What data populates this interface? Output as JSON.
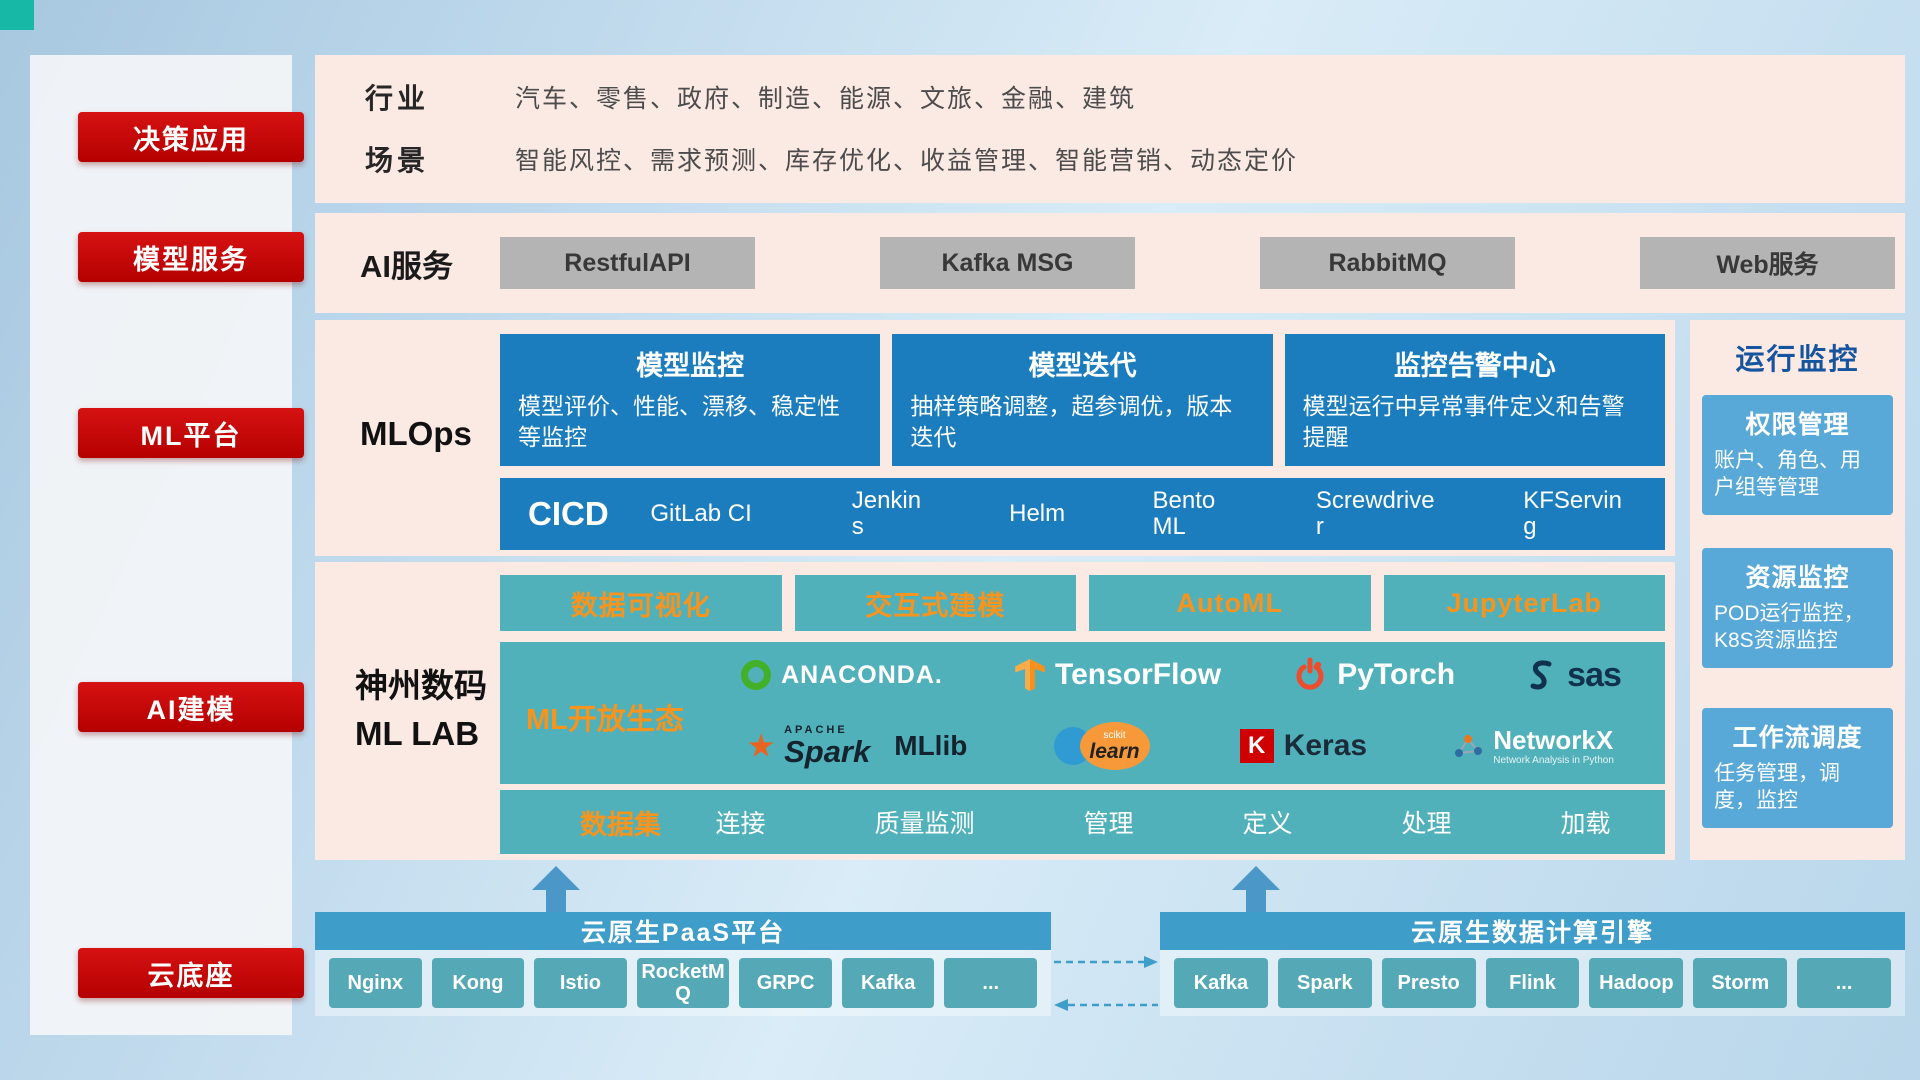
{
  "colors": {
    "accent_red": "#c00000",
    "card_blue": "#1b7dbd",
    "teal": "#51b1ba",
    "orange": "#f7941d",
    "panel_pink": "#fbe9e3",
    "bar_blue": "#3f9dc9",
    "monitor_card_blue": "#58a8d8"
  },
  "sidebar": {
    "items": [
      "决策应用",
      "模型服务",
      "ML平台",
      "AI建模",
      "云底座"
    ]
  },
  "industry": {
    "label": "行业",
    "value": "汽车、零售、政府、制造、能源、文旅、金融、建筑"
  },
  "scene": {
    "label": "场景",
    "value": "智能风控、需求预测、库存优化、收益管理、智能营销、动态定价"
  },
  "ai_service": {
    "label": "AI服务",
    "buttons": [
      "RestfulAPI",
      "Kafka MSG",
      "RabbitMQ",
      "Web服务"
    ]
  },
  "mlops": {
    "label": "MLOps",
    "cards": [
      {
        "title": "模型监控",
        "desc": "模型评价、性能、漂移、稳定性等监控"
      },
      {
        "title": "模型迭代",
        "desc": "抽样策略调整，超参调优，版本迭代"
      },
      {
        "title": "监控告警中心",
        "desc": "模型运行中异常事件定义和告警提醒"
      }
    ],
    "cicd_label": "CICD",
    "cicd_items": [
      "GitLab CI",
      "Jenkins",
      "Helm",
      "BentoML",
      "Screwdriver",
      "KFServing"
    ]
  },
  "mllab": {
    "label_line1": "神州数码",
    "label_line2": "ML LAB",
    "tools": [
      "数据可视化",
      "交互式建模",
      "AutoML",
      "JupyterLab"
    ],
    "eco_label": "ML开放生态",
    "logos": {
      "anaconda": "ANACONDA.",
      "tensorflow": "TensorFlow",
      "pytorch": "PyTorch",
      "sas": "sas",
      "spark_small": "APACHE",
      "spark": "Spark",
      "mllib": "MLlib",
      "scikit_small": "scikit",
      "scikit_learn": "learn",
      "keras_k": "K",
      "keras": "Keras",
      "networkx": "NetworkX",
      "networkx_sub": "Network Analysis in Python"
    },
    "dataset_label": "数据集",
    "dataset_items": [
      "连接",
      "质量监测",
      "管理",
      "定义",
      "处理",
      "加载"
    ]
  },
  "monitor": {
    "title": "运行监控",
    "cards": [
      {
        "title": "权限管理",
        "desc": "账户、角色、用户组等管理"
      },
      {
        "title": "资源监控",
        "desc": "POD运行监控，K8S资源监控"
      },
      {
        "title": "工作流调度",
        "desc": "任务管理，调度，监控"
      }
    ]
  },
  "foundation": {
    "paas_title": "云原生PaaS平台",
    "paas_items": [
      "Nginx",
      "Kong",
      "Istio",
      "RocketMQ",
      "GRPC",
      "Kafka",
      "..."
    ],
    "compute_title": "云原生数据计算引擎",
    "compute_items": [
      "Kafka",
      "Spark",
      "Presto",
      "Flink",
      "Hadoop",
      "Storm",
      "..."
    ]
  }
}
